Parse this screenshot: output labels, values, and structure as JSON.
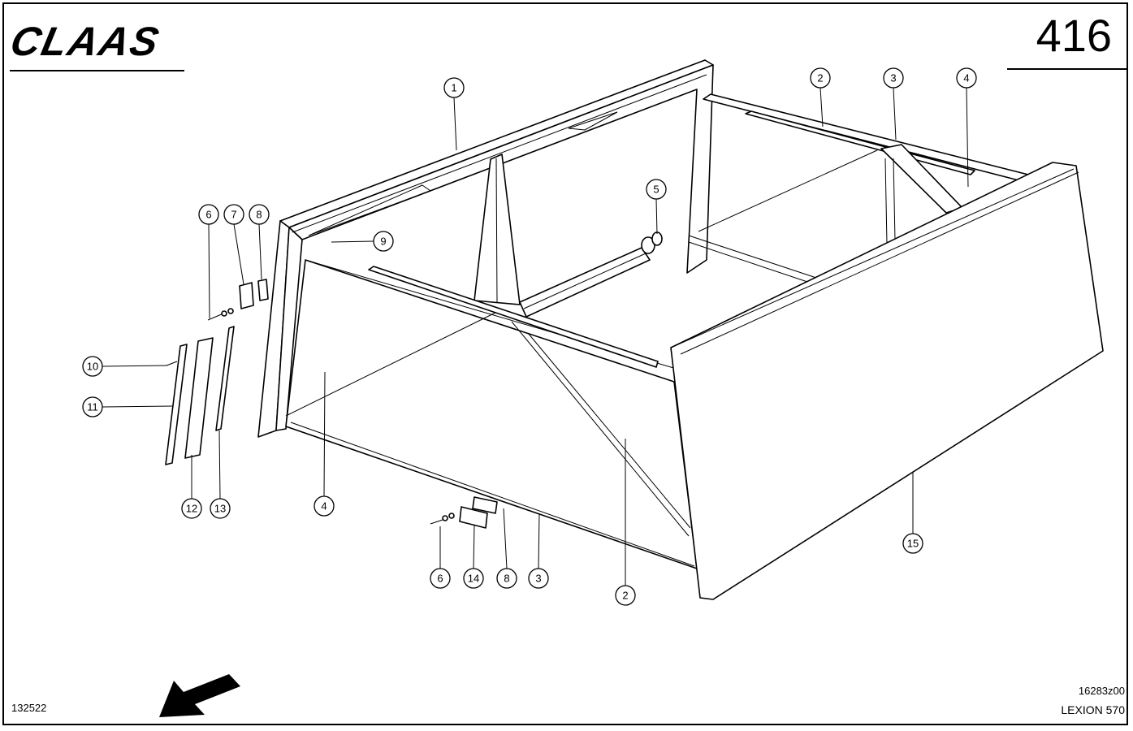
{
  "header": {
    "brand": "CLAAS",
    "page_number": "416"
  },
  "footer": {
    "doc_id": "132522",
    "drawing_code": "16283z00",
    "model": "LEXION 570"
  },
  "icons": {
    "direction_arrow": "direction-arrow-icon"
  },
  "callouts": [
    {
      "label": "1"
    },
    {
      "label": "2"
    },
    {
      "label": "3"
    },
    {
      "label": "4"
    },
    {
      "label": "5"
    },
    {
      "label": "6"
    },
    {
      "label": "7"
    },
    {
      "label": "8"
    },
    {
      "label": "9"
    },
    {
      "label": "10"
    },
    {
      "label": "11"
    },
    {
      "label": "12"
    },
    {
      "label": "13"
    },
    {
      "label": "4"
    },
    {
      "label": "6"
    },
    {
      "label": "14"
    },
    {
      "label": "8"
    },
    {
      "label": "3"
    },
    {
      "label": "2"
    },
    {
      "label": "15"
    }
  ]
}
